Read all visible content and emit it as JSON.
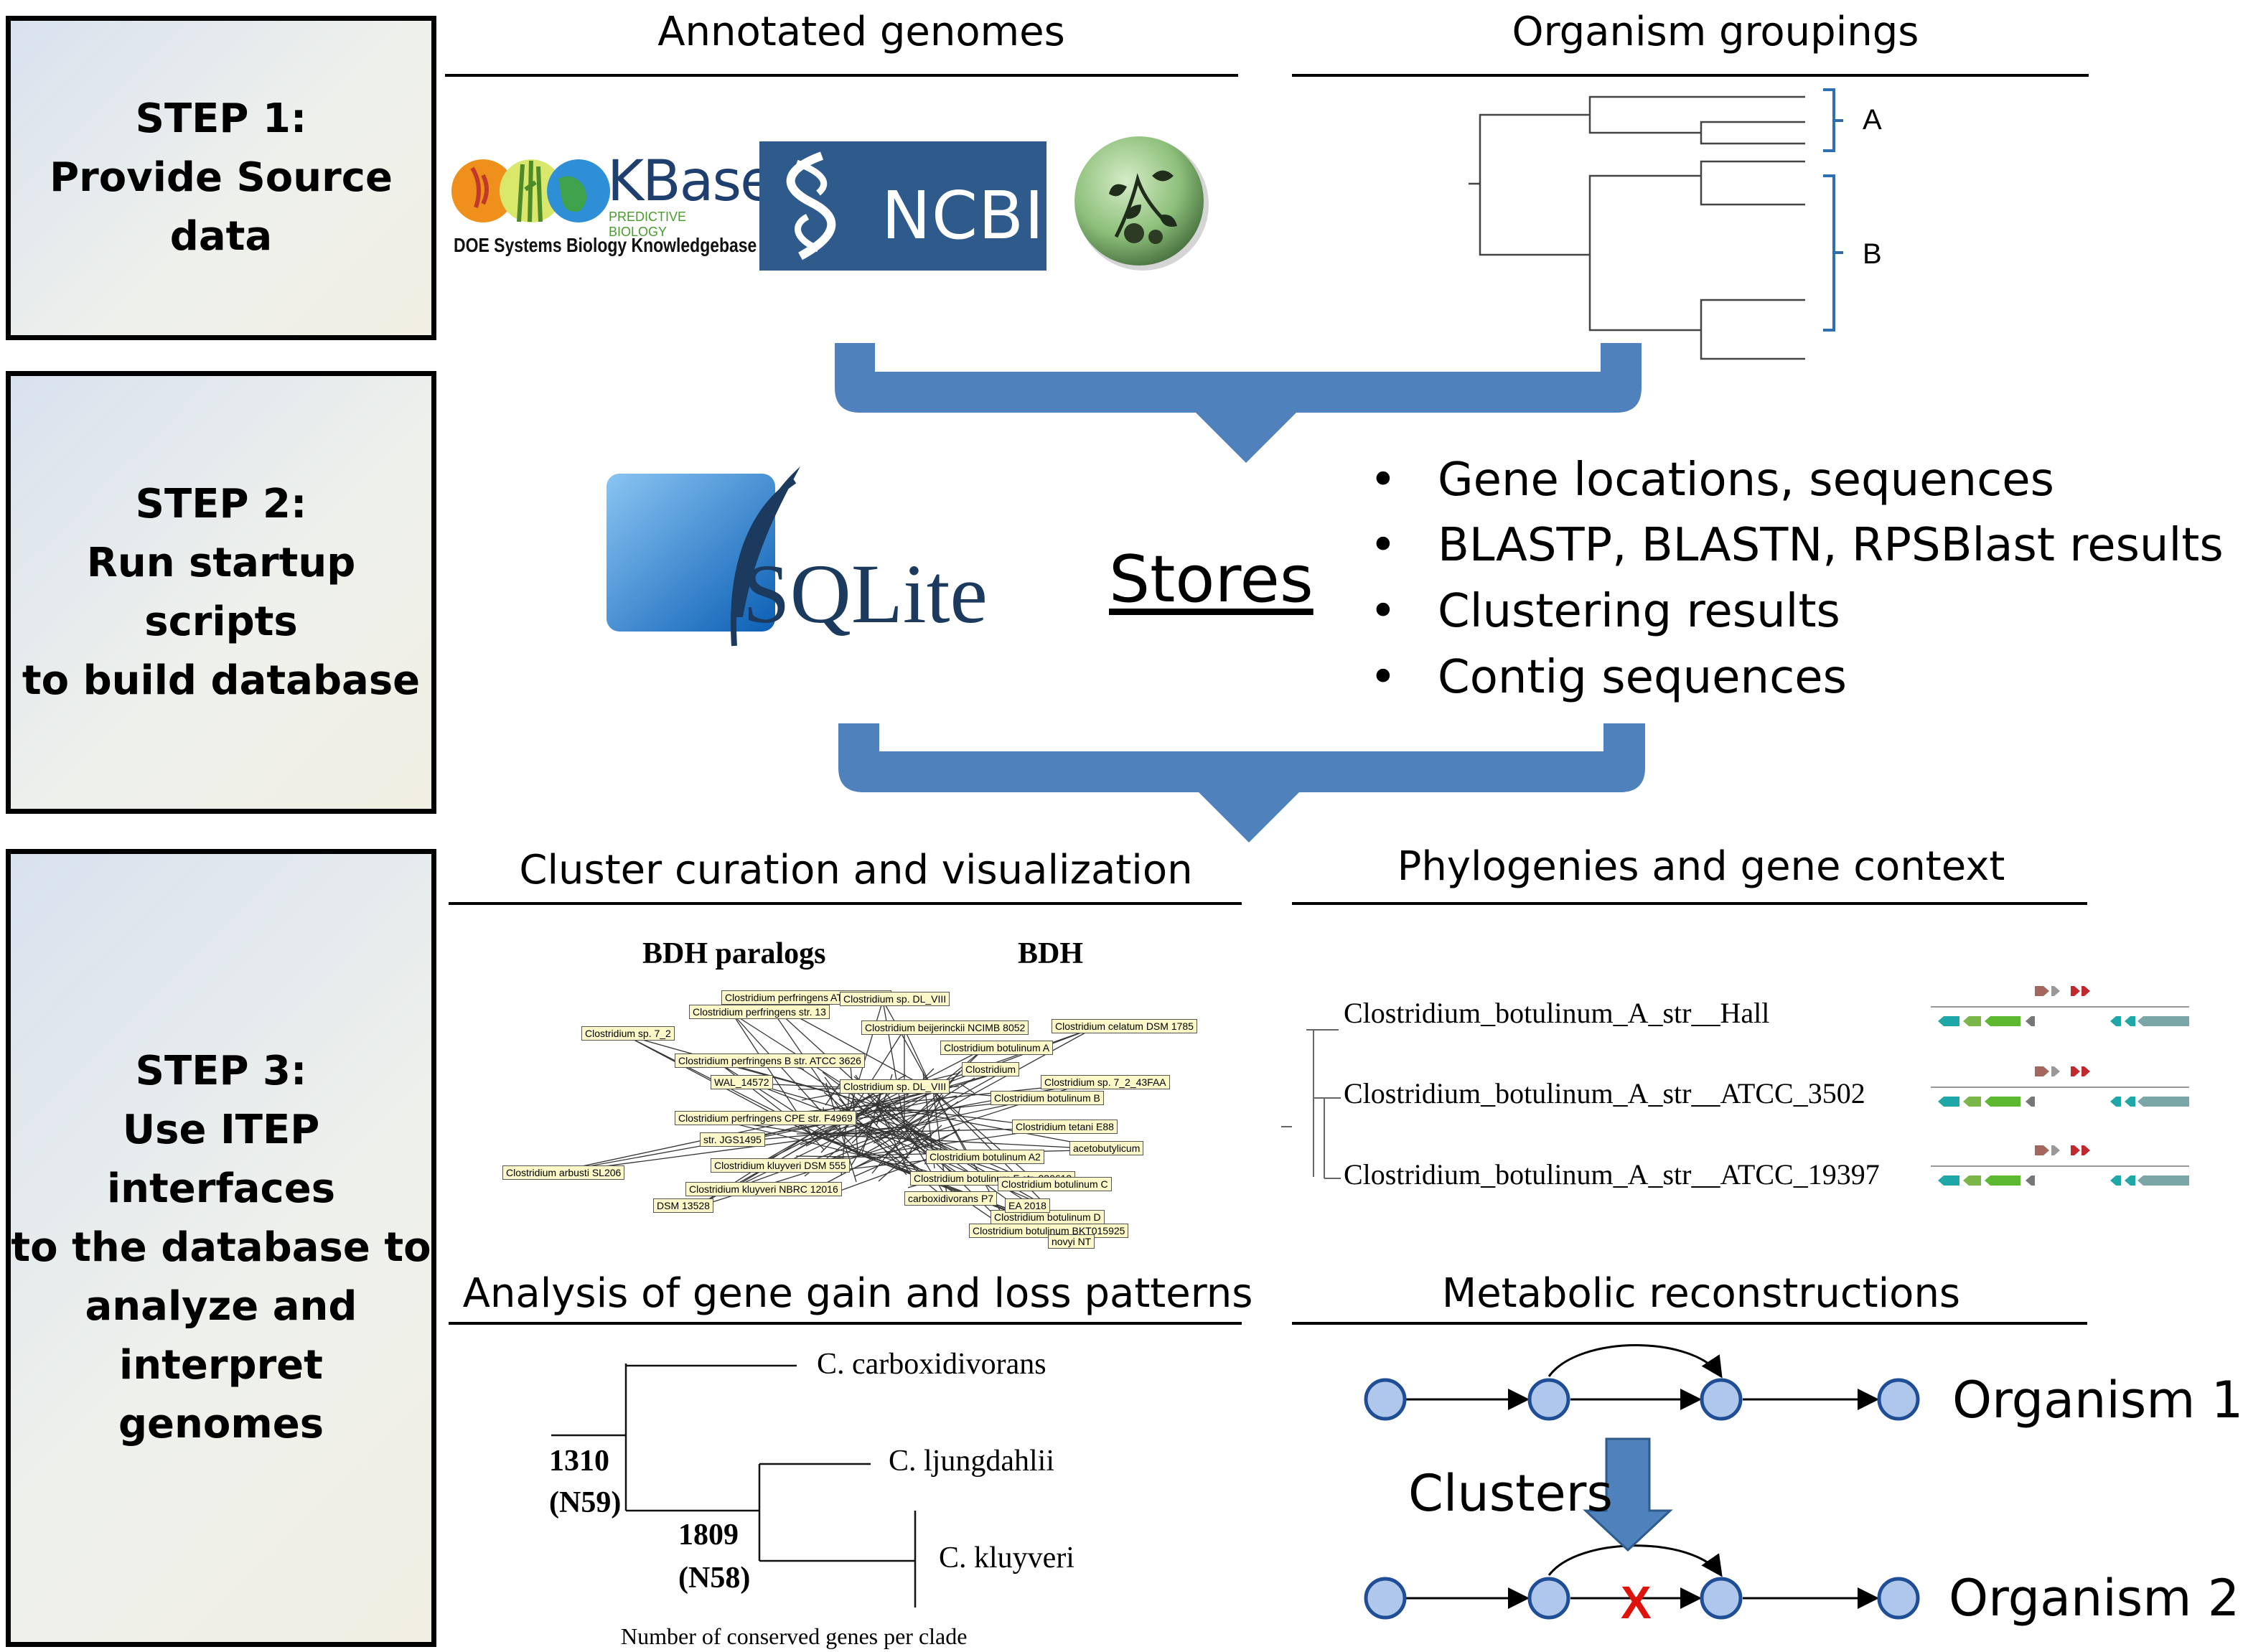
{
  "steps": [
    {
      "title": "STEP 1:",
      "lines": [
        "Provide Source",
        "data"
      ]
    },
    {
      "title": "STEP 2:",
      "lines": [
        "Run startup scripts",
        "to build database"
      ]
    },
    {
      "title": "STEP 3:",
      "lines": [
        "Use ITEP interfaces",
        "to the database to",
        "analyze and",
        "interpret genomes"
      ]
    }
  ],
  "step1": {
    "annotated_genomes_header": "Annotated genomes",
    "organism_groupings_header": "Organism groupings",
    "kbase": {
      "name": "KBase",
      "tagline": "PREDICTIVE BIOLOGY",
      "subtitle": "DOE Systems Biology Knowledgebase"
    },
    "ncbi": "NCBI",
    "group_labels": [
      "A",
      "B"
    ]
  },
  "step2": {
    "sqlite": "SQLite",
    "stores": "Stores",
    "stored_items": [
      "Gene locations, sequences",
      "BLASTP, BLASTN, RPSBlast results",
      "Clustering results",
      "Contig sequences"
    ]
  },
  "step3": {
    "cluster_header": "Cluster curation and visualization",
    "phylo_header": "Phylogenies and gene context",
    "gain_loss_header": "Analysis of gene gain and loss patterns",
    "metabolic_header": "Metabolic reconstructions",
    "network_titles": [
      "BDH paralogs",
      "BDH"
    ],
    "network_nodes": [
      "Clostridium perfringens ATCC 13124",
      "Clostridium perfringens str. 13",
      "Clostridium sp. DL_VIII",
      "Clostridium sp. 7_2",
      "Clostridium beijerinckii NCIMB 8052",
      "Clostridium celatum DSM 1785",
      "Clostridium botulinum A",
      "Clostridium perfringens B str. ATCC 3626",
      "WAL_14572",
      "Clostridium sp. DL_VIII",
      "Clostridium",
      "Clostridium sp. 7_2_43FAA",
      "Clostridium botulinum B",
      "Clostridium perfringens CPE str. F4969",
      "str. JGS1495",
      "Clostridium tetani E88",
      "Clostridium botulinum A2",
      "Clostridium kluyveri DSM 555",
      "Clostridium arbusti SL206",
      "Clostridium botulinum F str. 230613",
      "Clostridium kluyveri NBRC 12016",
      "DSM 13528",
      "Clostridium botulinum C",
      "Clostridium botulinum D",
      "Clostridium botulinum BKT015925",
      "acetobutylicum",
      "carboxidivorans P7",
      "novyi NT",
      "EA 2018"
    ],
    "phylo_taxa": [
      "Clostridium_botulinum_A_str__Hall",
      "Clostridium_botulinum_A_str__ATCC_3502",
      "Clostridium_botulinum_A_str__ATCC_19397"
    ],
    "gain_loss_tree": {
      "taxa": [
        "C. carboxidivorans",
        "C. ljungdahlii",
        "C. kluyveri"
      ],
      "node_counts": [
        {
          "count": "1310",
          "node": "(N59)"
        },
        {
          "count": "1809",
          "node": "(N58)"
        }
      ],
      "caption": "Number of conserved genes per clade"
    },
    "metabolic": {
      "organisms": [
        "Organism 1",
        "Organism 2"
      ],
      "clusters_label": "Clusters",
      "missing_mark": "X"
    }
  },
  "colors": {
    "arrow_blue": "#4f81bd",
    "ncbi_blue": "#2e5a8c",
    "node_fill": "#aec7ea",
    "node_stroke": "#1f4e96",
    "bracket_blue": "#2f6fb0",
    "missing_red": "#e0120c",
    "label_yellow": "#fcf8c8"
  }
}
